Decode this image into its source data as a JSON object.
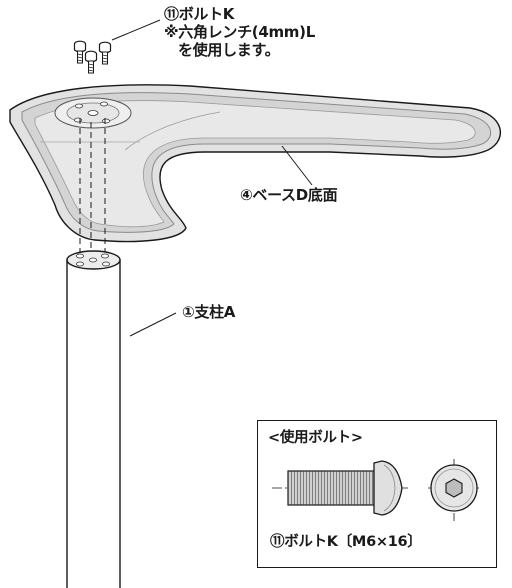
{
  "labels": {
    "bolt_k_title": "⑪ボルトK",
    "bolt_k_note_line1": "※六角レンチ(4mm)L",
    "bolt_k_note_line2": "を使用します。",
    "base_d": "④ベースD底面",
    "pillar_a": "①支柱A"
  },
  "inset": {
    "title": "<使用ボルト>",
    "caption": "⑪ボルトK〔M6×16〕"
  },
  "colors": {
    "line": "#1a1a1a",
    "base_fill": "#e2e2e2",
    "base_rim": "#bdbdbd",
    "pillar_fill": "#ffffff"
  }
}
